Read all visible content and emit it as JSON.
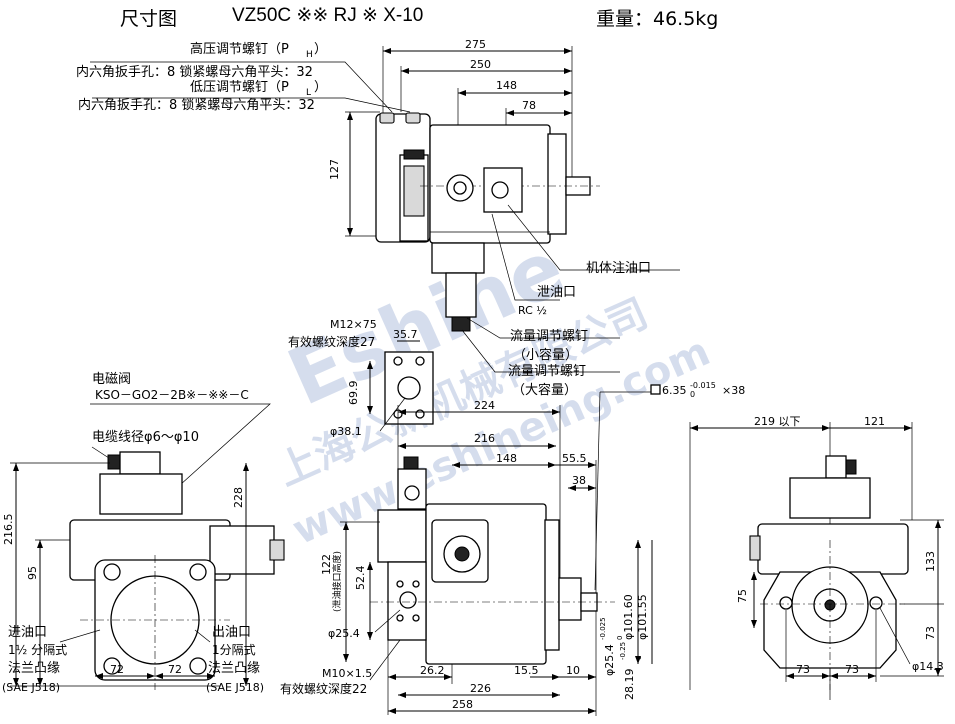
{
  "header": {
    "title": "尺寸图",
    "model": "VZ50C ※※ RJ ※ X-10",
    "weight": "重量：46.5kg"
  },
  "labels": {
    "hp_screw": "高压调节螺钉（P",
    "hp_sub": "H",
    "hp_spec": "内六角扳手孔：8 锁紧螺母六角平头：32",
    "lp_screw": "低压调节螺钉（P",
    "lp_sub": "L",
    "lp_spec": "内六角扳手孔：8 锁紧螺母六角平头：32",
    "close_paren": "）",
    "fill_port": "机体注油口",
    "drain_port": "泄油口",
    "drain_spec": "RC ½",
    "flow_small": "流量调节螺钉",
    "flow_small_note": "（小容量）",
    "flow_large": "流量调节螺钉",
    "flow_large_note": "（大容量）",
    "m12": "M12×75",
    "thread_depth_27": "有效螺纹深度27",
    "solenoid": "电磁阀",
    "solenoid_model": "KSO－GO2－2B※－※※－C",
    "cable_dia": "电缆线径φ6～φ10",
    "inlet": "进油口",
    "inlet_size": "1½ 分隔式",
    "inlet_flange": "法兰凸缘",
    "inlet_std": "(SAE  J518)",
    "outlet": "出油口",
    "outlet_size": "1分隔式",
    "outlet_flange": "法兰凸缘",
    "outlet_std": "(SAE  J518)",
    "m10": "M10×1.5",
    "thread_depth_22": "有效螺纹深度22",
    "drain_height": "(泄油接口高度)",
    "key_spec": "6.35",
    "key_tol": "-0.015",
    "key_tol2": "0",
    "key_len": "×38",
    "below_219": "219 以下",
    "wm_company": "上海公新机械有限公司",
    "wm_url": "www.eshineing.com",
    "wm_brand": "Eshine"
  },
  "dims": {
    "d275": "275",
    "d250": "250",
    "d148a": "148",
    "d78": "78",
    "d127": "127",
    "d35_7": "35.7",
    "d69_9": "69.9",
    "d38_1": "φ38.1",
    "d224": "224",
    "d216": "216",
    "d148b": "148",
    "d55_5": "55.5",
    "d38": "38",
    "d122": "122",
    "d52_4": "52.4",
    "d25_4": "φ25.4",
    "d101_60": "φ101.60",
    "d101_55": "φ101.55",
    "d25_4s": "φ25.4",
    "d25_4s_tol": "-0.025",
    "d25_4s_tol2": "0",
    "d28_19": "28.19",
    "d28_19_tol": "-0.25",
    "d28_19_tol2": "0",
    "d26_2": "26.2",
    "d15_5": "15.5",
    "d10": "10",
    "d226": "226",
    "d258": "258",
    "d216_5": "216.5",
    "d95": "95",
    "d228": "228",
    "d72a": "72",
    "d72b": "72",
    "d121": "121",
    "d133": "133",
    "d75": "75",
    "d73v": "73",
    "d73a": "73",
    "d73b": "73",
    "d14_3": "φ14.3"
  }
}
